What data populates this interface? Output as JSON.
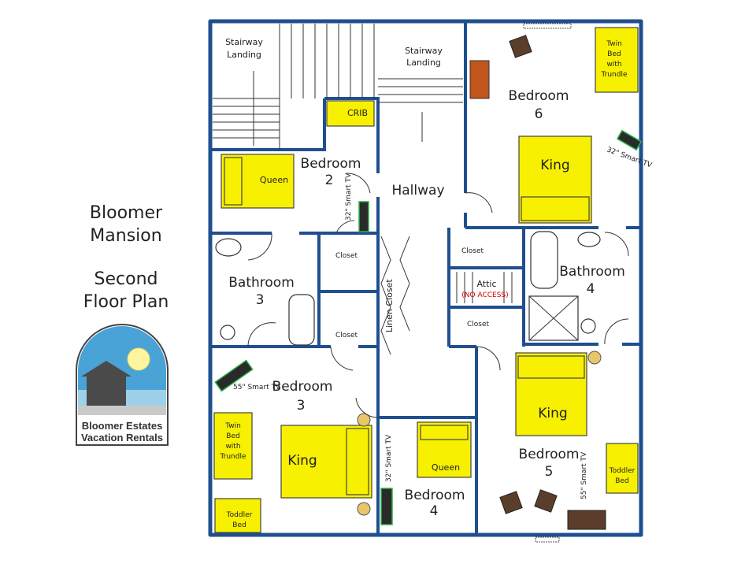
{
  "title": {
    "line1": "Bloomer",
    "line2": "Mansion",
    "line3": "Second",
    "line4": "Floor Plan"
  },
  "logo": {
    "line1": "Bloomer Estates",
    "line2": "Vacation Rentals"
  },
  "rooms": {
    "stair_landing_left_1": "Stairway",
    "stair_landing_left_2": "Landing",
    "stair_landing_right_1": "Stairway",
    "stair_landing_right_2": "Landing",
    "hallway": "Hallway",
    "bedroom2": "Bedroom",
    "bedroom2_num": "2",
    "bedroom3": "Bedroom",
    "bedroom3_num": "3",
    "bedroom4": "Bedroom",
    "bedroom4_num": "4",
    "bedroom5": "Bedroom",
    "bedroom5_num": "5",
    "bedroom6": "Bedroom",
    "bedroom6_num": "6",
    "bathroom3": "Bathroom",
    "bathroom3_num": "3",
    "bathroom4": "Bathroom",
    "bathroom4_num": "4",
    "linen": "Linen Closet",
    "attic": "Attic",
    "attic_note": "(NO ACCESS)",
    "closet": "Closet"
  },
  "beds": {
    "crib": "CRIB",
    "queen2": "Queen",
    "king6": "King",
    "twin6_1": "Twin",
    "twin6_2": "Bed",
    "twin6_3": "with",
    "twin6_4": "Trundle",
    "king3": "King",
    "twin3_1": "Twin",
    "twin3_2": "Bed",
    "twin3_3": "with",
    "twin3_4": "Trundle",
    "toddler3_1": "Toddler",
    "toddler3_2": "Bed",
    "queen4": "Queen",
    "king5": "King",
    "toddler5_1": "Toddler",
    "toddler5_2": "Bed"
  },
  "tvs": {
    "tv2": "32\" Smart TV",
    "tv3": "55\" Smart TV",
    "tv4": "32\" Smart TV",
    "tv5": "55\" Smart TV",
    "tv6": "32\" Smart TV"
  },
  "colors": {
    "wall": "#1f4f8f",
    "bed": "#f7f000",
    "tv_accent": "#2bb24a",
    "furniture": "#5a3d2b",
    "dresser": "#c0561b"
  }
}
